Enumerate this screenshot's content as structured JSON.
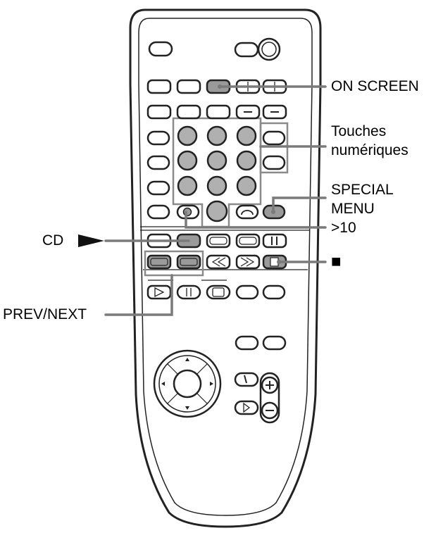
{
  "labels": {
    "on_screen": "ON SCREEN",
    "touches_line1": "Touches",
    "touches_line2": "numériques",
    "special_line1": "SPECIAL",
    "special_line2": "MENU",
    "gt10": ">10",
    "cd_play": "CD",
    "stop_symbol": "■",
    "prev_next": "PREV/NEXT"
  },
  "colors": {
    "outline": "#222222",
    "button_fill": "#ffffff",
    "digit_fill": "#b0b0b0",
    "highlight_fill": "#9a9a9a",
    "callout": "#7a7a7a",
    "group_frame": "#8a8a8a"
  }
}
